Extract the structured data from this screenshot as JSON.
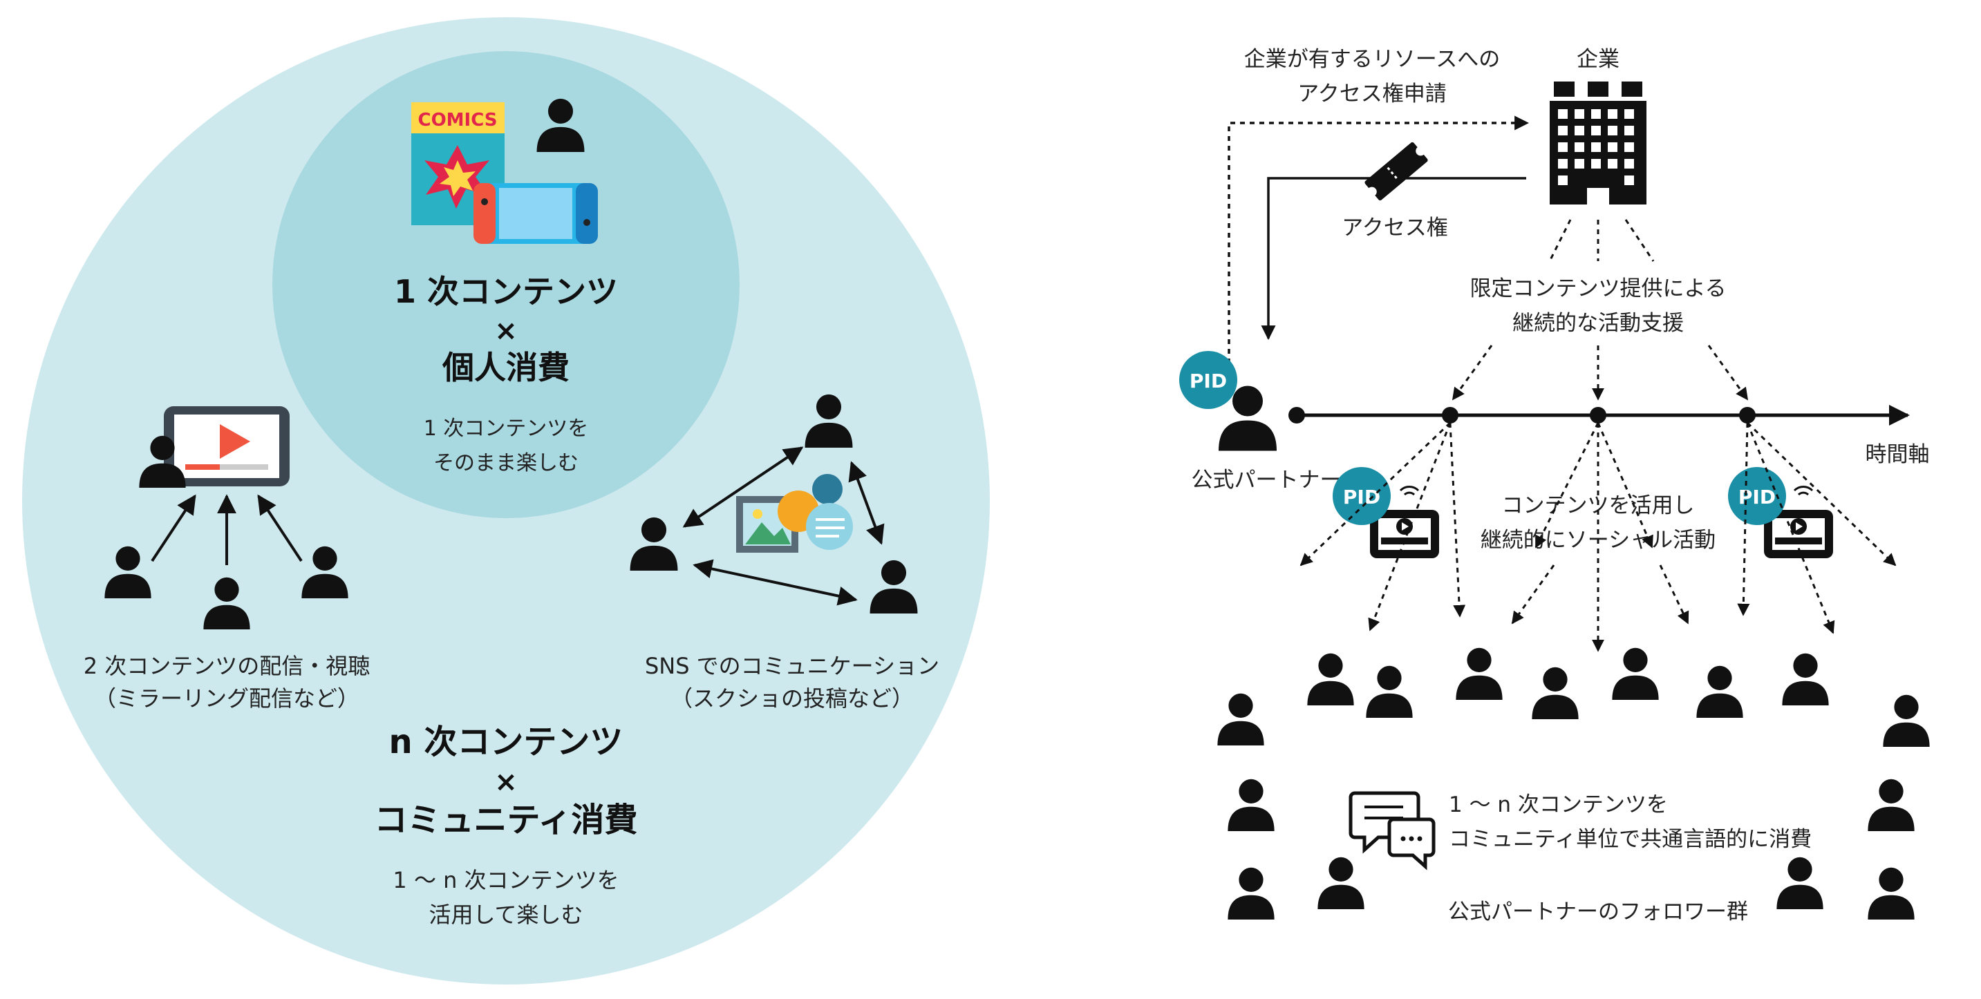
{
  "left_panel": {
    "inner": {
      "comics_label": "COMICS",
      "title_line1": "1 次コンテンツ",
      "title_times": "×",
      "title_line2": "個人消費",
      "desc_line1": "1 次コンテンツを",
      "desc_line2": "そのまま楽しむ"
    },
    "streaming": {
      "label_line1": "2 次コンテンツの配信・視聴",
      "label_line2": "（ミラーリング配信など）"
    },
    "sns": {
      "label_line1": "SNS でのコミュニケーション",
      "label_line2": "（スクショの投稿など）"
    },
    "outer": {
      "title_line1": "n 次コンテンツ",
      "title_times": "×",
      "title_line2": "コミュニティ消費",
      "desc_line1": "1 〜 n 次コンテンツを",
      "desc_line2": "活用して楽しむ"
    }
  },
  "right_panel": {
    "request_line1": "企業が有するリソースへの",
    "request_line2": "アクセス権申請",
    "company_label": "企業",
    "access_label": "アクセス権",
    "support_line1": "限定コンテンツ提供による",
    "support_line2": "継続的な活動支援",
    "pid_badge": "PID",
    "partner_label": "公式パートナー",
    "timeline_label": "時間軸",
    "activity_line1": "コンテンツを活用し",
    "activity_line2": "継続的にソーシャル活動",
    "consume_line1": "1 〜 n 次コンテンツを",
    "consume_line2": "コミュニティ単位で共通言語的に消費",
    "followers_label": "公式パートナーのフォロワー群"
  },
  "colors": {
    "outer_circle": "#cde9ee",
    "inner_circle": "#a8d8e0",
    "pid_badge": "#1b8fa6",
    "ink": "#111111"
  }
}
